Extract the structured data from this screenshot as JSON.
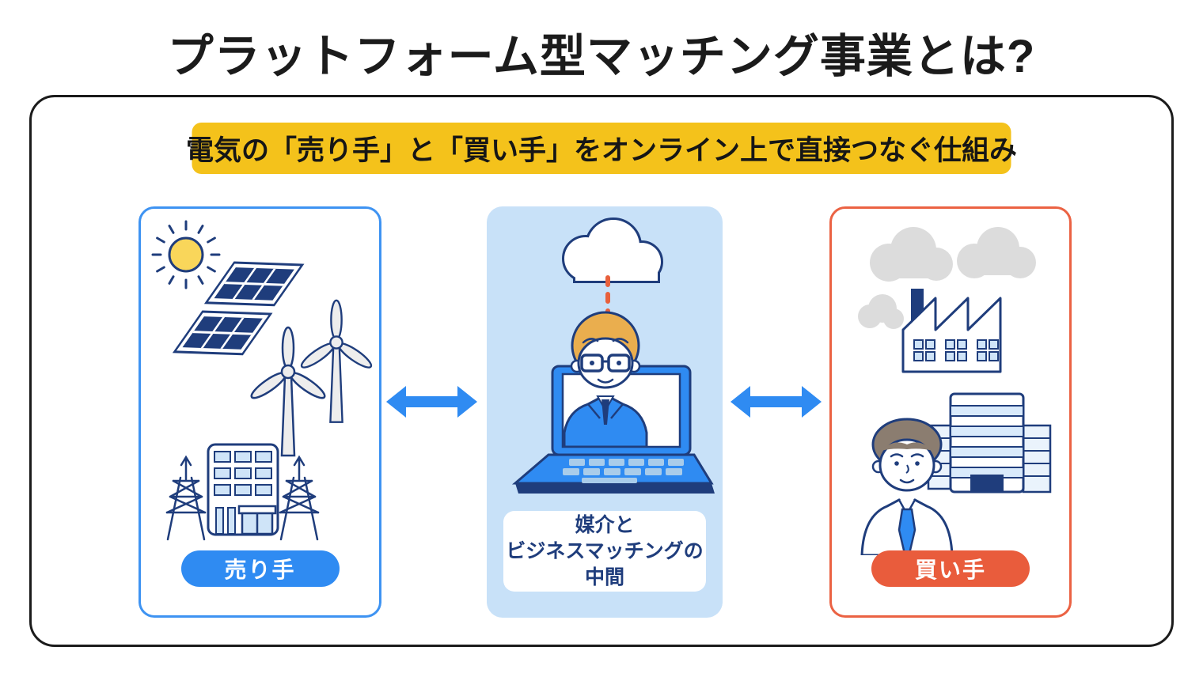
{
  "title": "プラットフォーム型マッチング事業とは?",
  "banner": {
    "text": "電気の「売り手」と「買い手」をオンライン上で直接つなぐ仕組み",
    "bg_color": "#F4C21B"
  },
  "seller_panel": {
    "label": "売り手",
    "border_color": "#3E93F2",
    "button_bg": "#2F8BF2",
    "icons": [
      "sun-icon",
      "solar-panel-icon",
      "wind-turbine-icon",
      "transmission-tower-icon",
      "power-company-building-icon"
    ]
  },
  "platform_panel": {
    "caption_line1": "媒介と",
    "caption_line2": "ビジネスマッチングの",
    "caption_line3": "中間",
    "bg_color": "#C8E1F8",
    "icons": [
      "cloud-icon",
      "dashed-connection-icon",
      "video-call-operator-icon",
      "laptop-icon"
    ]
  },
  "buyer_panel": {
    "label": "買い手",
    "border_color": "#EB6243",
    "button_bg": "#E95C3C",
    "icons": [
      "smoke-icon",
      "factory-icon",
      "office-building-icon",
      "businessman-icon"
    ]
  },
  "arrows": {
    "color": "#2F8BF2"
  },
  "colors": {
    "outline_navy": "#1F3D7C",
    "frame_black": "#1b1b1b",
    "dashed_connection": "#E8603C",
    "sun_yellow": "#F9D65A",
    "hair_gold": "#EAAE4E",
    "hair_gray_brown": "#8B7D70",
    "light_blue_fill": "#CFE4F8",
    "smoke_gray": "#DCDCDC"
  }
}
